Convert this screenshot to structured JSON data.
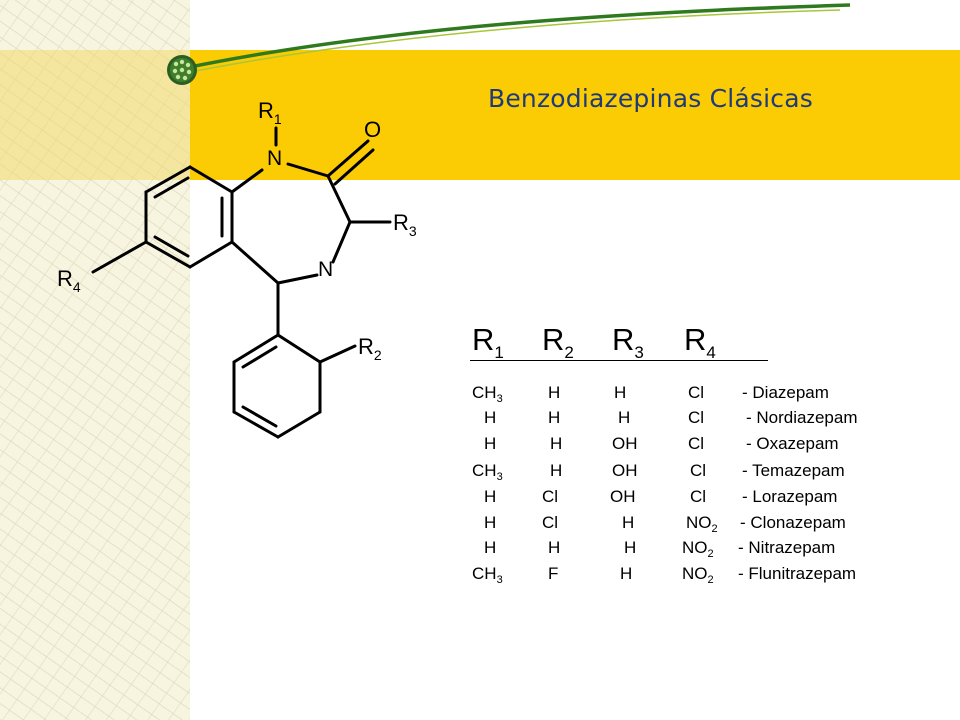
{
  "title": "Benzodiazepinas Clásicas",
  "structure": {
    "r1": {
      "base": "R",
      "sub": "1"
    },
    "r2": {
      "base": "R",
      "sub": "2"
    },
    "r3": {
      "base": "R",
      "sub": "3"
    },
    "r4": {
      "base": "R",
      "sub": "4"
    },
    "oxygen": "O",
    "n1": "N",
    "n4": "N"
  },
  "table": {
    "headers": [
      {
        "base": "R",
        "sub": "1"
      },
      {
        "base": "R",
        "sub": "2"
      },
      {
        "base": "R",
        "sub": "3"
      },
      {
        "base": "R",
        "sub": "4"
      }
    ],
    "rows": [
      {
        "r1": {
          "b": "CH",
          "s": "3"
        },
        "r2": {
          "b": "H",
          "s": ""
        },
        "r3": {
          "b": "H",
          "s": ""
        },
        "r4": {
          "b": "Cl",
          "s": ""
        },
        "name": "- Diazepam"
      },
      {
        "r1": {
          "b": "H",
          "s": ""
        },
        "r2": {
          "b": "H",
          "s": ""
        },
        "r3": {
          "b": "H",
          "s": ""
        },
        "r4": {
          "b": "Cl",
          "s": ""
        },
        "name": "- Nordiazepam"
      },
      {
        "r1": {
          "b": "H",
          "s": ""
        },
        "r2": {
          "b": "H",
          "s": ""
        },
        "r3": {
          "b": "OH",
          "s": ""
        },
        "r4": {
          "b": "Cl",
          "s": ""
        },
        "name": "- Oxazepam"
      },
      {
        "r1": {
          "b": "CH",
          "s": "3"
        },
        "r2": {
          "b": "H",
          "s": ""
        },
        "r3": {
          "b": "OH",
          "s": ""
        },
        "r4": {
          "b": "Cl",
          "s": ""
        },
        "name": "-  Temazepam"
      },
      {
        "r1": {
          "b": "H",
          "s": ""
        },
        "r2": {
          "b": "Cl",
          "s": ""
        },
        "r3": {
          "b": "OH",
          "s": ""
        },
        "r4": {
          "b": "Cl",
          "s": ""
        },
        "name": "-  Lorazepam"
      },
      {
        "r1": {
          "b": "H",
          "s": ""
        },
        "r2": {
          "b": "Cl",
          "s": ""
        },
        "r3": {
          "b": "H",
          "s": ""
        },
        "r4": {
          "b": "NO",
          "s": "2"
        },
        "name": "-  Clonazepam"
      },
      {
        "r1": {
          "b": "H",
          "s": ""
        },
        "r2": {
          "b": "H",
          "s": ""
        },
        "r3": {
          "b": "H",
          "s": ""
        },
        "r4": {
          "b": "NO",
          "s": "2"
        },
        "name": "-  Nitrazepam"
      },
      {
        "r1": {
          "b": "CH",
          "s": "3"
        },
        "r2": {
          "b": "F",
          "s": ""
        },
        "r3": {
          "b": "H",
          "s": ""
        },
        "r4": {
          "b": "NO",
          "s": "2"
        },
        "name": "-  Flunitrazepam"
      }
    ]
  },
  "colors": {
    "banner": "#fbcb04",
    "title": "#1f3a7a",
    "swoosh": "#2f7a1f",
    "bullet": "#3f7f2a"
  },
  "icons": [
    "green-dot-bullet-icon"
  ]
}
